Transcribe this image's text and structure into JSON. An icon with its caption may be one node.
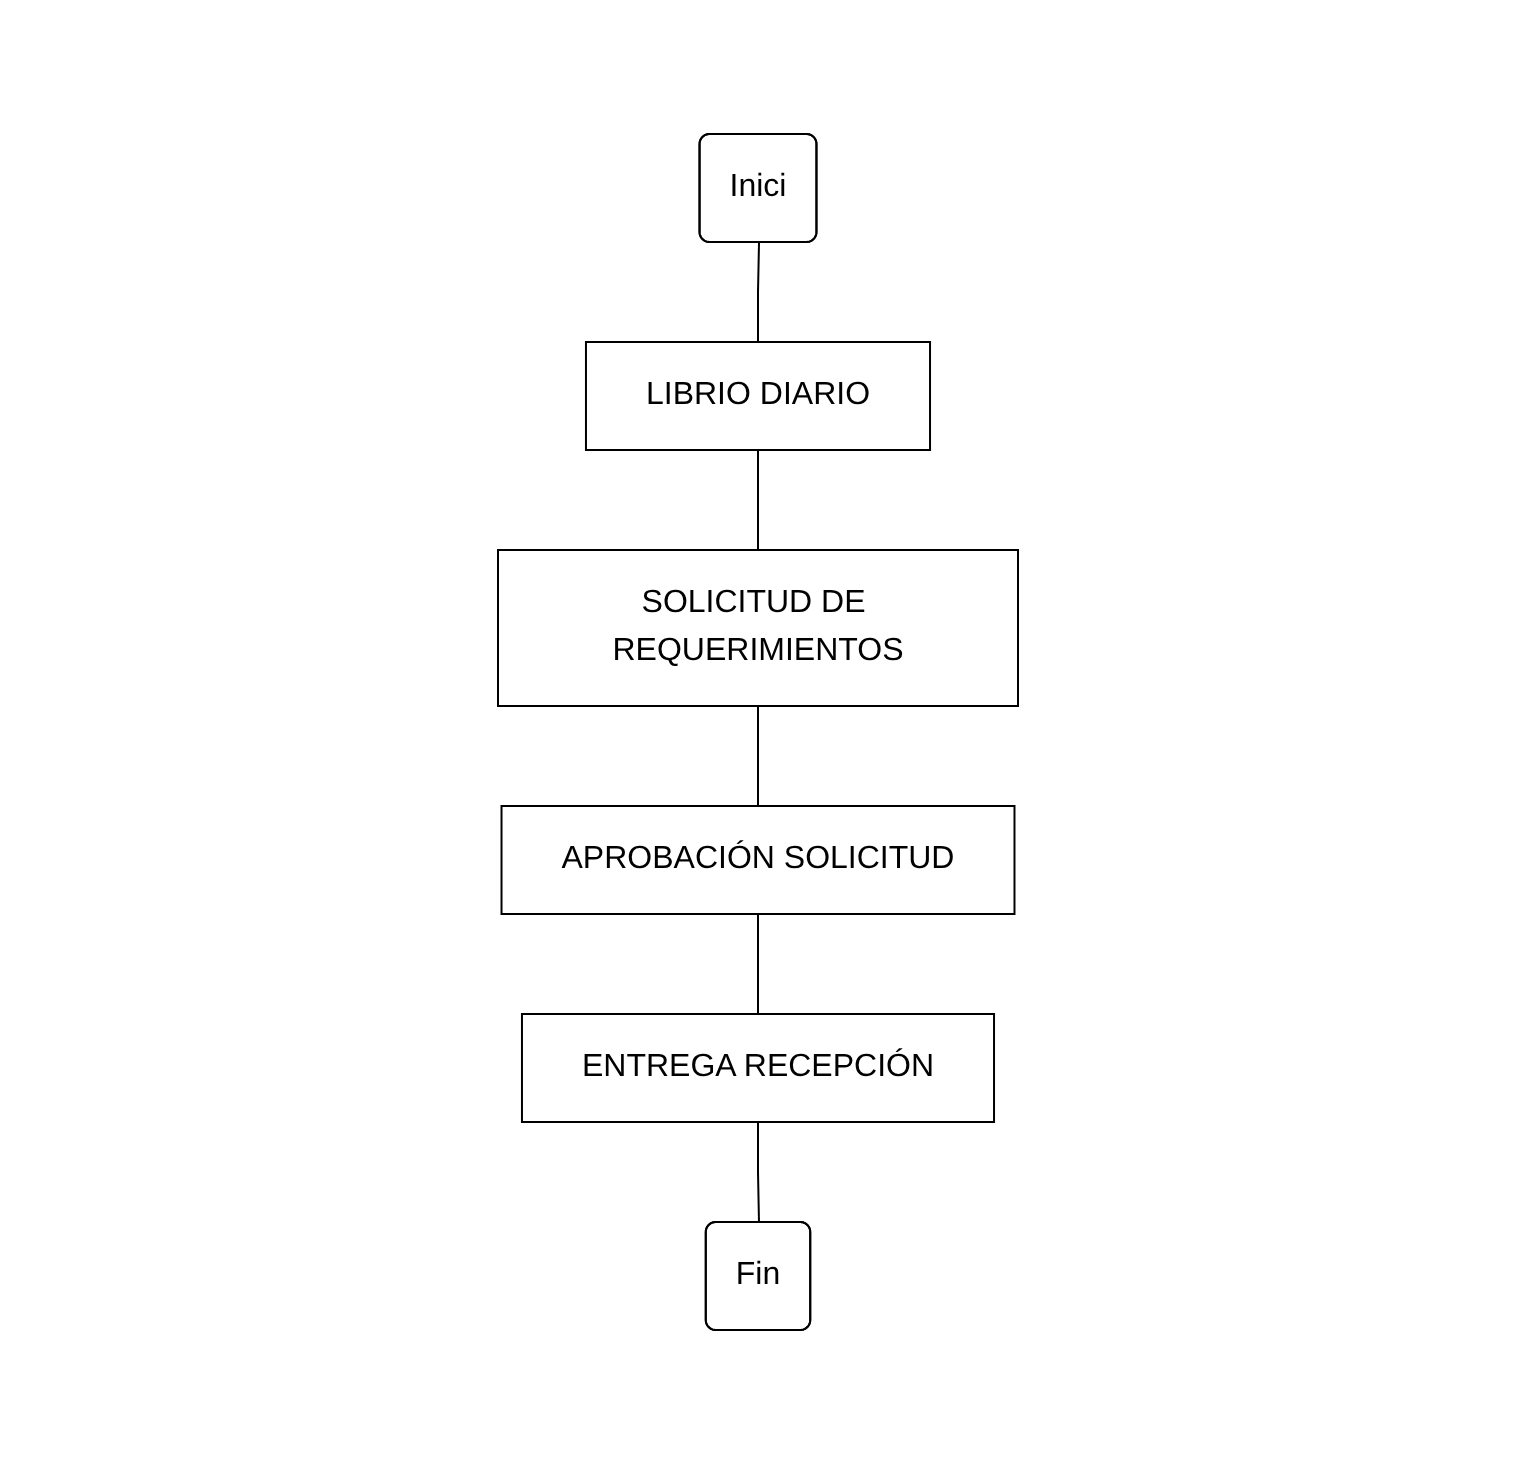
{
  "diagram": {
    "nodes": [
      {
        "text": [
          "Inici"
        ]
      },
      {
        "text": [
          "LIBRIO DIARIO"
        ]
      },
      {
        "text": [
          "SOLICITUD DE REQUERIMIENTOS"
        ]
      },
      {
        "text": [
          "APROBACIÓN SOLICITUD"
        ]
      },
      {
        "text": [
          "ENTREGA RECEPCIÓN"
        ]
      },
      {
        "text": [
          "Fin"
        ]
      }
    ],
    "edges": [
      {
        "from": 0,
        "to": 1,
        "arrow": "none"
      },
      {
        "from": 1,
        "to": 2,
        "arrow": "none"
      },
      {
        "from": 2,
        "to": 3,
        "arrow": "none"
      },
      {
        "from": 3,
        "to": 4,
        "arrow": "none"
      },
      {
        "from": 4,
        "to": 5,
        "arrow": "none"
      }
    ]
  }
}
